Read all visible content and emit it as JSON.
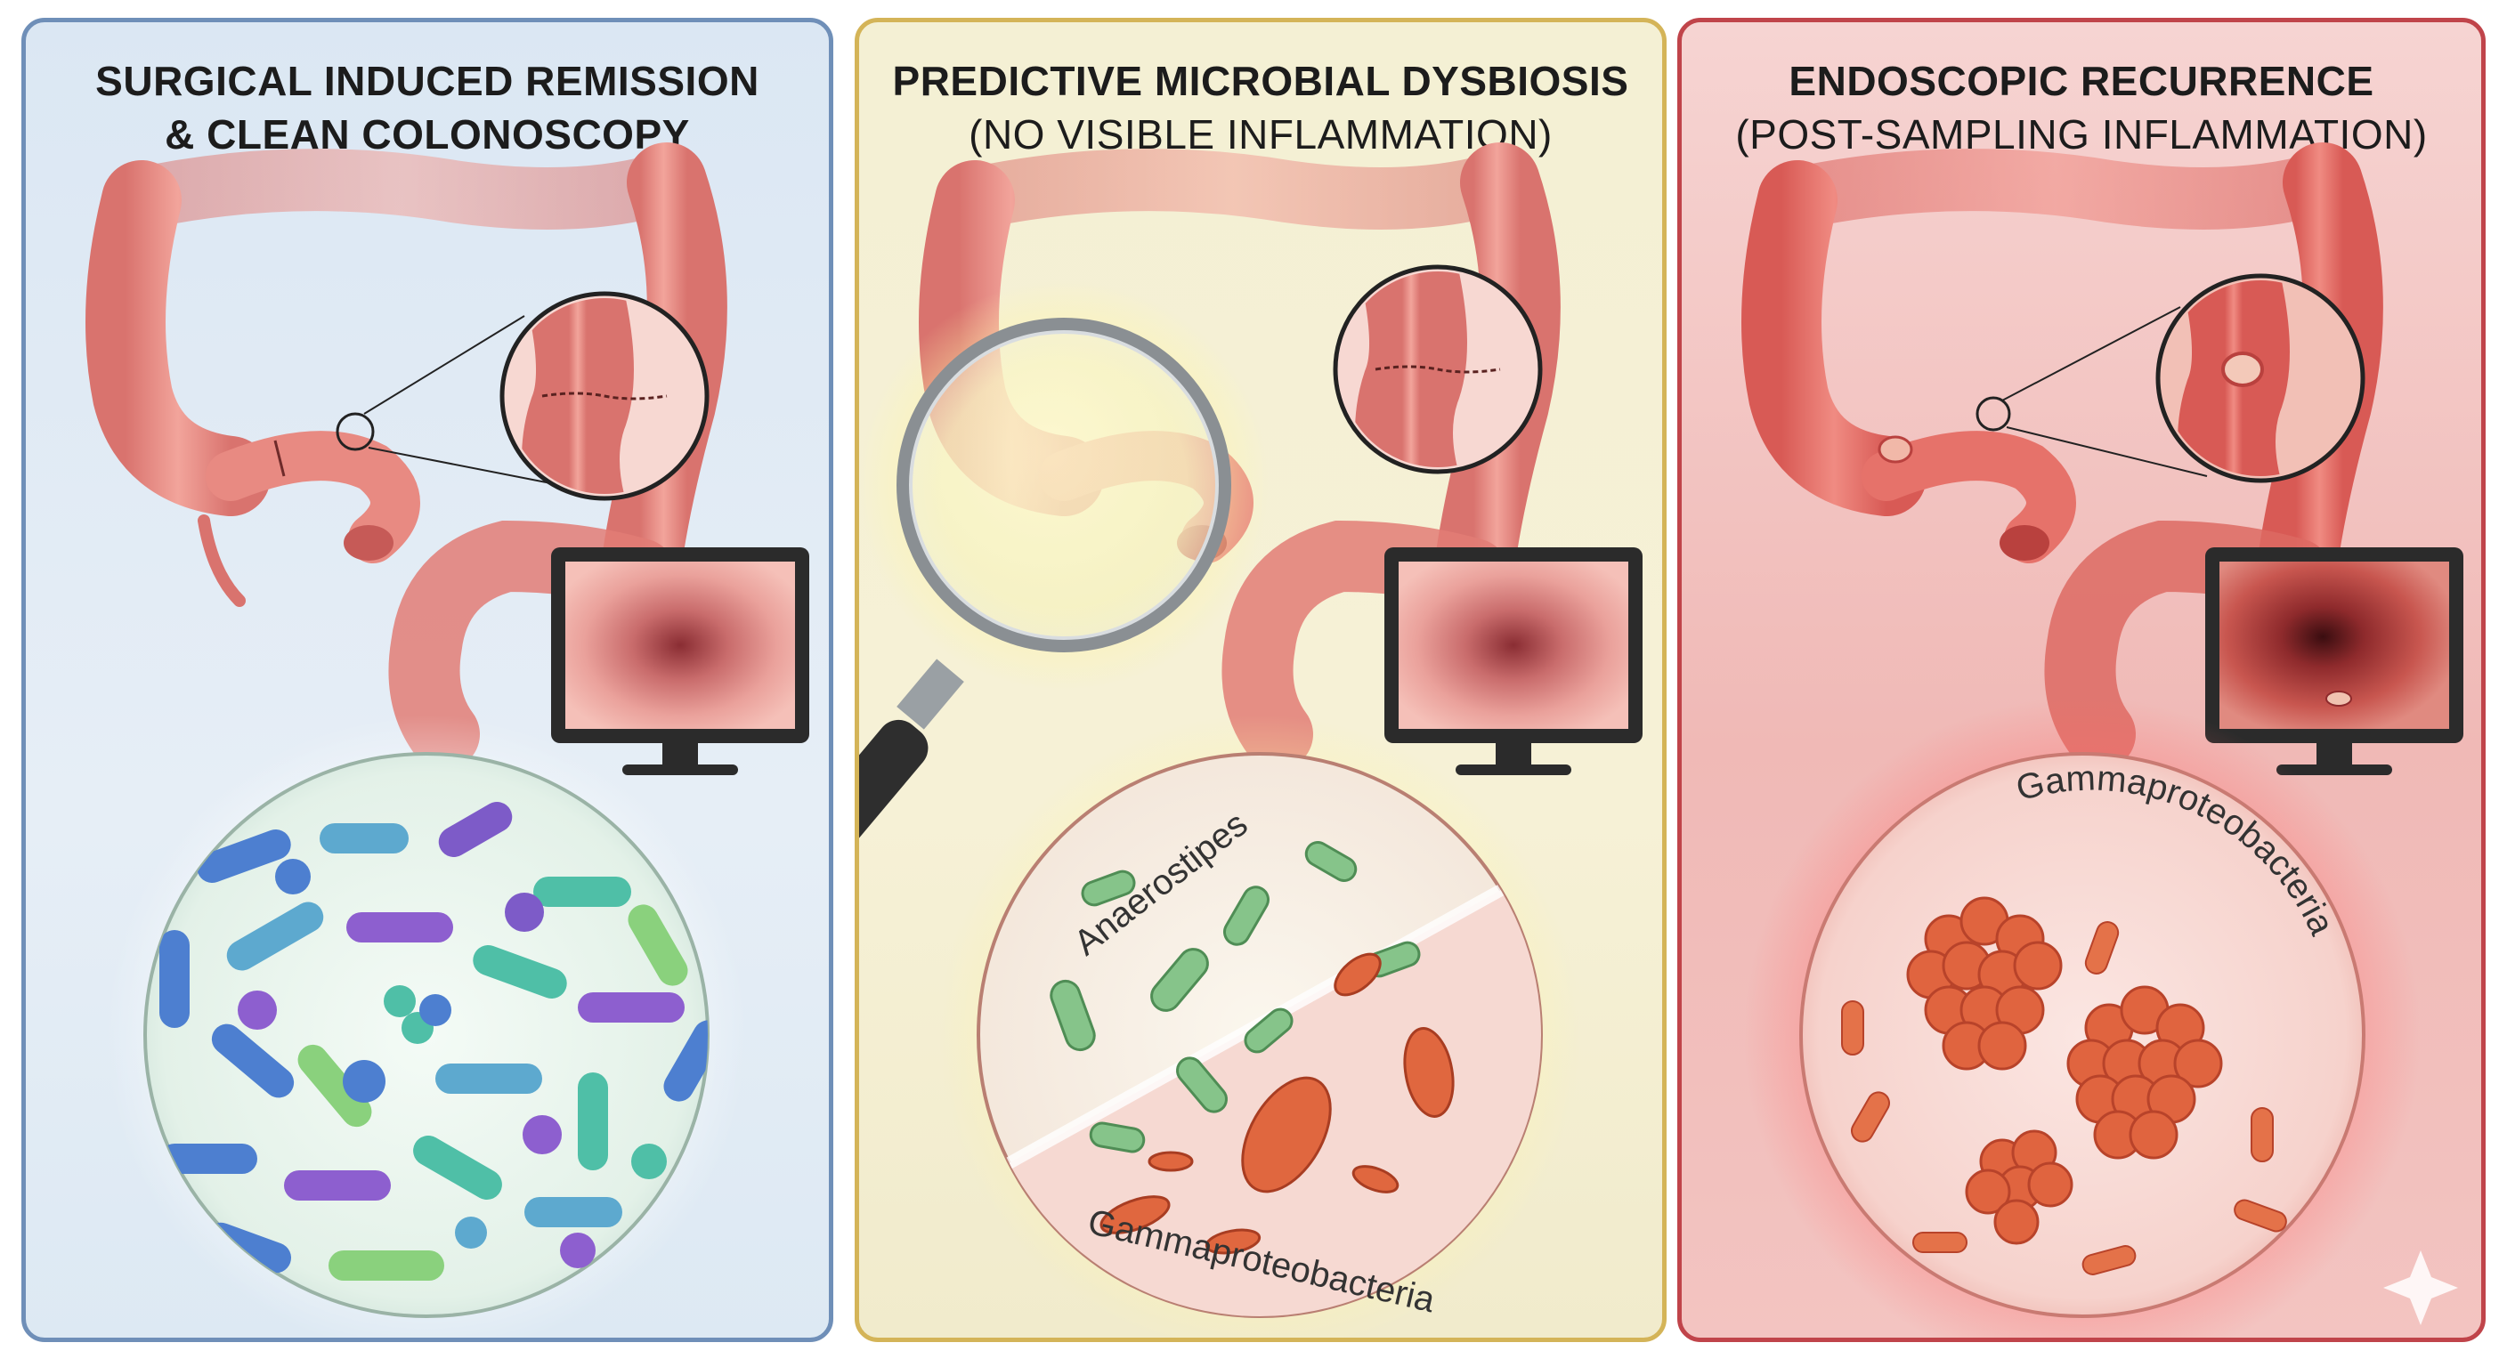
{
  "panels": [
    {
      "title_line1": "SURGICAL INDUCED REMISSION",
      "title_line2": "& CLEAN COLONOSCOPY",
      "accent": "#6f8fb8"
    },
    {
      "title_line1": "PREDICTIVE MICROBIAL DYSBIOSIS",
      "title_line2": "(NO VISIBLE INFLAMMATION)",
      "accent": "#d4b458",
      "bacteria_label_top": "Anaerostipes",
      "bacteria_label_bottom": "Gammaproteobacteria"
    },
    {
      "title_line1": "ENDOSCOPIC RECURRENCE",
      "title_line2": "(POST-SAMPLING INFLAMMATION)",
      "accent": "#c0444a",
      "bacteria_label": "Gammaproteobacteria"
    }
  ],
  "icons": [
    "colon-icon",
    "zoom-inset-icon",
    "monitor-icon",
    "magnifier-icon",
    "microbiome-circle-icon",
    "sparkle-icon"
  ]
}
